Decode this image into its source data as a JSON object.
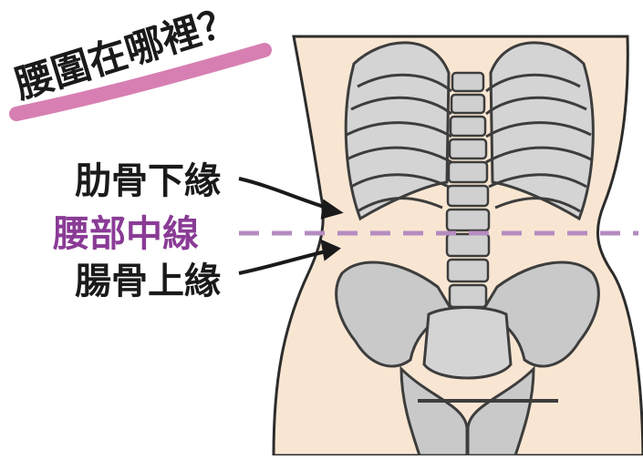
{
  "title": "腰圍在哪裡？",
  "labels": {
    "rib_lower_edge": "肋骨下緣",
    "waist_midline": "腰部中線",
    "iliac_upper_edge": "腸骨上緣"
  },
  "colors": {
    "background": "#ffffff",
    "skin": "#f9e6d2",
    "bone_fill": "#c9c9c9",
    "bone_stroke": "#3d3d3d",
    "label_text": "#1a1a1a",
    "midline_text": "#8a3b96",
    "midline_dash": "#b58cc0",
    "title_underline": "#d77fb2"
  }
}
